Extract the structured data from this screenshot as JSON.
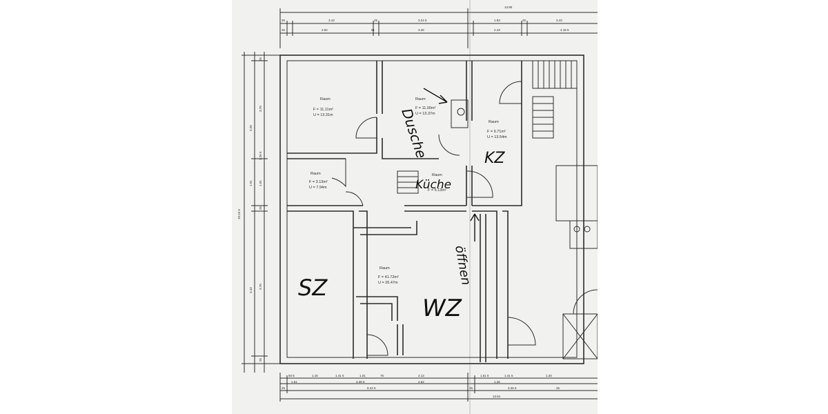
{
  "plan": {
    "top_dims": {
      "row1": [
        "13.80"
      ],
      "row2": [
        "25",
        "3.43",
        "25",
        "3.24 5",
        "1.93",
        "25",
        "3.43"
      ],
      "row3": [
        "25",
        "2.92",
        "81",
        "3.26",
        "2.43",
        "4.18 5"
      ]
    },
    "left_dims": {
      "outer": "10.24 5",
      "middle": [
        "3.20",
        "1.91",
        "3.43"
      ],
      "inner": [
        "25",
        "3.70",
        "1.26 5",
        "1.91",
        "25",
        "3.70",
        "25"
      ]
    },
    "bottom_dims": {
      "row1": [
        "93 5",
        "1.16",
        "1.41 5",
        "1.01",
        "76",
        "2.13",
        "1.51 5",
        "1.41 5",
        "1.20"
      ],
      "row2": [
        "1.61",
        "3.38 5",
        "2.62",
        "1.26"
      ],
      "row3": [
        "25",
        "8.24 5",
        "25",
        "3.25 5",
        "25"
      ],
      "row4": [
        "13.81"
      ]
    },
    "rooms": [
      {
        "name": "Raum",
        "area": "F = 11.11m²",
        "perimeter": "U = 13.31m"
      },
      {
        "name": "Raum",
        "area": "F = 11.00m²",
        "perimeter": "U = 13.37m"
      },
      {
        "name": "Raum",
        "area": "F = 9.71m²",
        "perimeter": "U = 13.54m"
      },
      {
        "name": "Raum",
        "area": "F = 3.13m²",
        "perimeter": "U = 7.94m"
      },
      {
        "name": "Raum",
        "area": "F = 5.13m²",
        "perimeter": ""
      },
      {
        "name": "Raum",
        "area": "F = 41.72m²",
        "perimeter": "U = 26.47m"
      }
    ],
    "annotations": {
      "dusche": "Dusche",
      "kueche": "Küche",
      "kz": "KZ",
      "oeffnen": "öffnen",
      "sz": "SZ",
      "wz": "WZ"
    }
  },
  "colors": {
    "paper": "#f1f1ef",
    "ink": "#2a2a2a",
    "hand_ink": "#111111"
  }
}
